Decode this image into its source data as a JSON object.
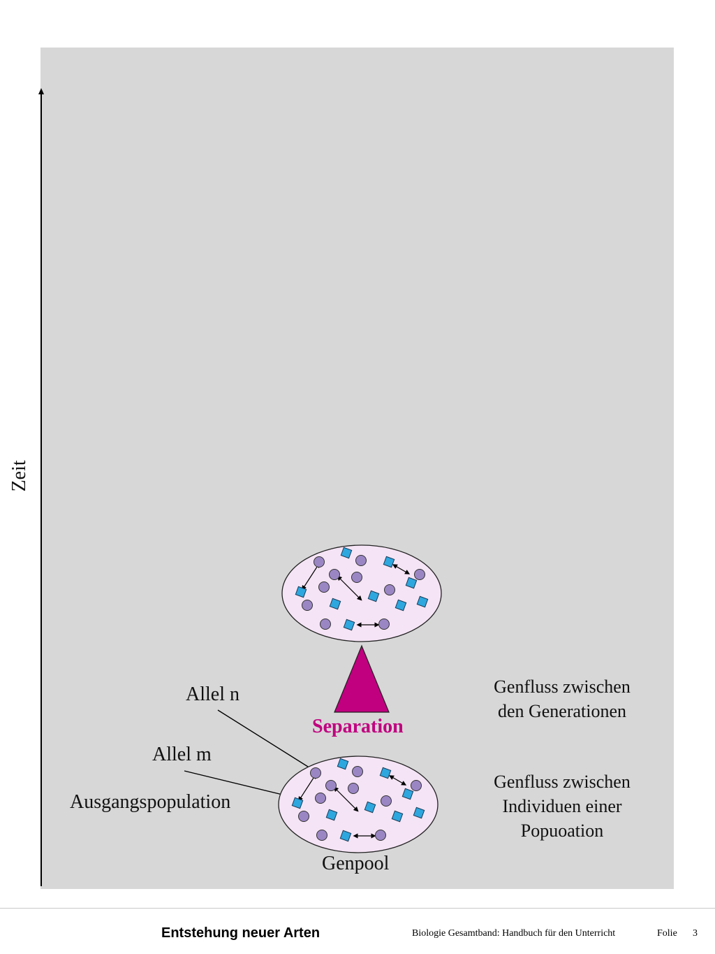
{
  "labels": {
    "axis": "Zeit",
    "allel_n": "Allel n",
    "allel_m": "Allel m",
    "population": "Ausgangspopulation",
    "genpool": "Genpool",
    "separation": "Separation",
    "genfluss_generationen": [
      "Genfluss zwischen",
      "den Generationen"
    ],
    "genfluss_individuen": [
      "Genfluss zwischen",
      "Individuen einer",
      "Popuoation"
    ]
  },
  "footer": {
    "title": "Entstehung neuer Arten",
    "source": "Biologie Gesamtband: Handbuch für den Unterricht",
    "folie_label": "Folie",
    "page": "3"
  },
  "colors": {
    "slide_background": "#d7d7d7",
    "pool_fill": "#f5e4f5",
    "allel_n_fill": "#9b86c4",
    "allel_m_fill": "#2ea7df",
    "separation": "#c0007f"
  }
}
